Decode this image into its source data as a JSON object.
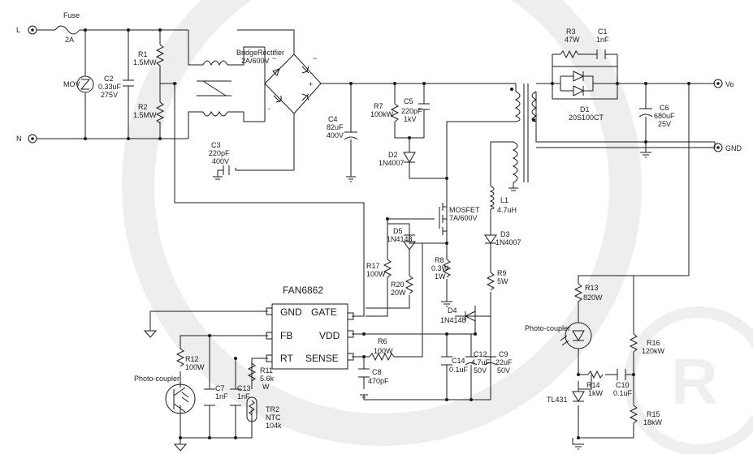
{
  "diagram": {
    "terminals": {
      "line": "L",
      "neutral": "N",
      "vout": "Vo",
      "gnd": "GND"
    },
    "ic": {
      "name": "FAN6862",
      "pins": {
        "gnd": "GND",
        "gate": "GATE",
        "fb": "FB",
        "vdd": "VDD",
        "rt": "RT",
        "sense": "SENSE"
      }
    },
    "components": {
      "fuse": {
        "ref": "Fuse",
        "value": "2A"
      },
      "mov": {
        "ref": "MOV"
      },
      "c2": {
        "ref": "C2",
        "value": "0.33uF",
        "rating": "275V"
      },
      "r1": {
        "ref": "R1",
        "value": "1.5MW"
      },
      "r2": {
        "ref": "R2",
        "value": "1.5MW"
      },
      "bridge": {
        "ref": "BridgeRectifier",
        "value": "2A/600V"
      },
      "c3": {
        "ref": "C3",
        "value": "220pF",
        "rating": "400V"
      },
      "c4": {
        "ref": "C4",
        "value": "82uF",
        "rating": "400V"
      },
      "r7": {
        "ref": "R7",
        "value": "100kW"
      },
      "c5": {
        "ref": "C5",
        "value": "220pF",
        "rating": "1kV"
      },
      "d2": {
        "ref": "D2",
        "value": "1N4007"
      },
      "mosfet": {
        "ref": "MOSFET",
        "value": "7A/600V"
      },
      "d5": {
        "ref": "D5",
        "value": "1N4148"
      },
      "r17": {
        "ref": "R17",
        "value": "100W"
      },
      "r20": {
        "ref": "R20",
        "value": "20W"
      },
      "r8": {
        "ref": "R8",
        "value": "0.3W",
        "rating": "1W"
      },
      "l1": {
        "ref": "L1",
        "value": "4.7uH"
      },
      "d3": {
        "ref": "D3",
        "value": "1N4007"
      },
      "r9": {
        "ref": "R9",
        "value": "5W"
      },
      "d4": {
        "ref": "D4",
        "value": "1N4148"
      },
      "r6": {
        "ref": "R6",
        "value": "100W"
      },
      "c8": {
        "ref": "C8",
        "value": "470pF"
      },
      "c14": {
        "ref": "C14",
        "value": "0.1uF"
      },
      "c12": {
        "ref": "C12",
        "value": "4.7uF",
        "rating": "50V"
      },
      "c9": {
        "ref": "C9",
        "value": "22uF",
        "rating": "50V"
      },
      "r12": {
        "ref": "R12",
        "value": "100W"
      },
      "photo_left": {
        "ref": "Photo-coupler"
      },
      "c7": {
        "ref": "C7",
        "value": "1nF"
      },
      "c13": {
        "ref": "C13",
        "value": "1nF"
      },
      "r11": {
        "ref": "R11",
        "value": "5.6k",
        "unit": "W"
      },
      "tr2": {
        "ref": "TR2",
        "type": "NTC",
        "value": "104k"
      },
      "r3": {
        "ref": "R3",
        "value": "47W"
      },
      "c1": {
        "ref": "C1",
        "value": "1nF"
      },
      "d1": {
        "ref": "D1",
        "value": "20S100CT"
      },
      "c6": {
        "ref": "C6",
        "value": "680uF",
        "rating": "25V"
      },
      "r13": {
        "ref": "R13",
        "value": "820W"
      },
      "photo_right": {
        "ref": "Photo-coupler"
      },
      "r16": {
        "ref": "R16",
        "value": "120kW"
      },
      "r14": {
        "ref": "R14",
        "value": "1kW"
      },
      "c10": {
        "ref": "C10",
        "value": "0.1uF"
      },
      "tl431": {
        "ref": "TL431"
      },
      "r15": {
        "ref": "R15",
        "value": "18kW"
      }
    }
  }
}
